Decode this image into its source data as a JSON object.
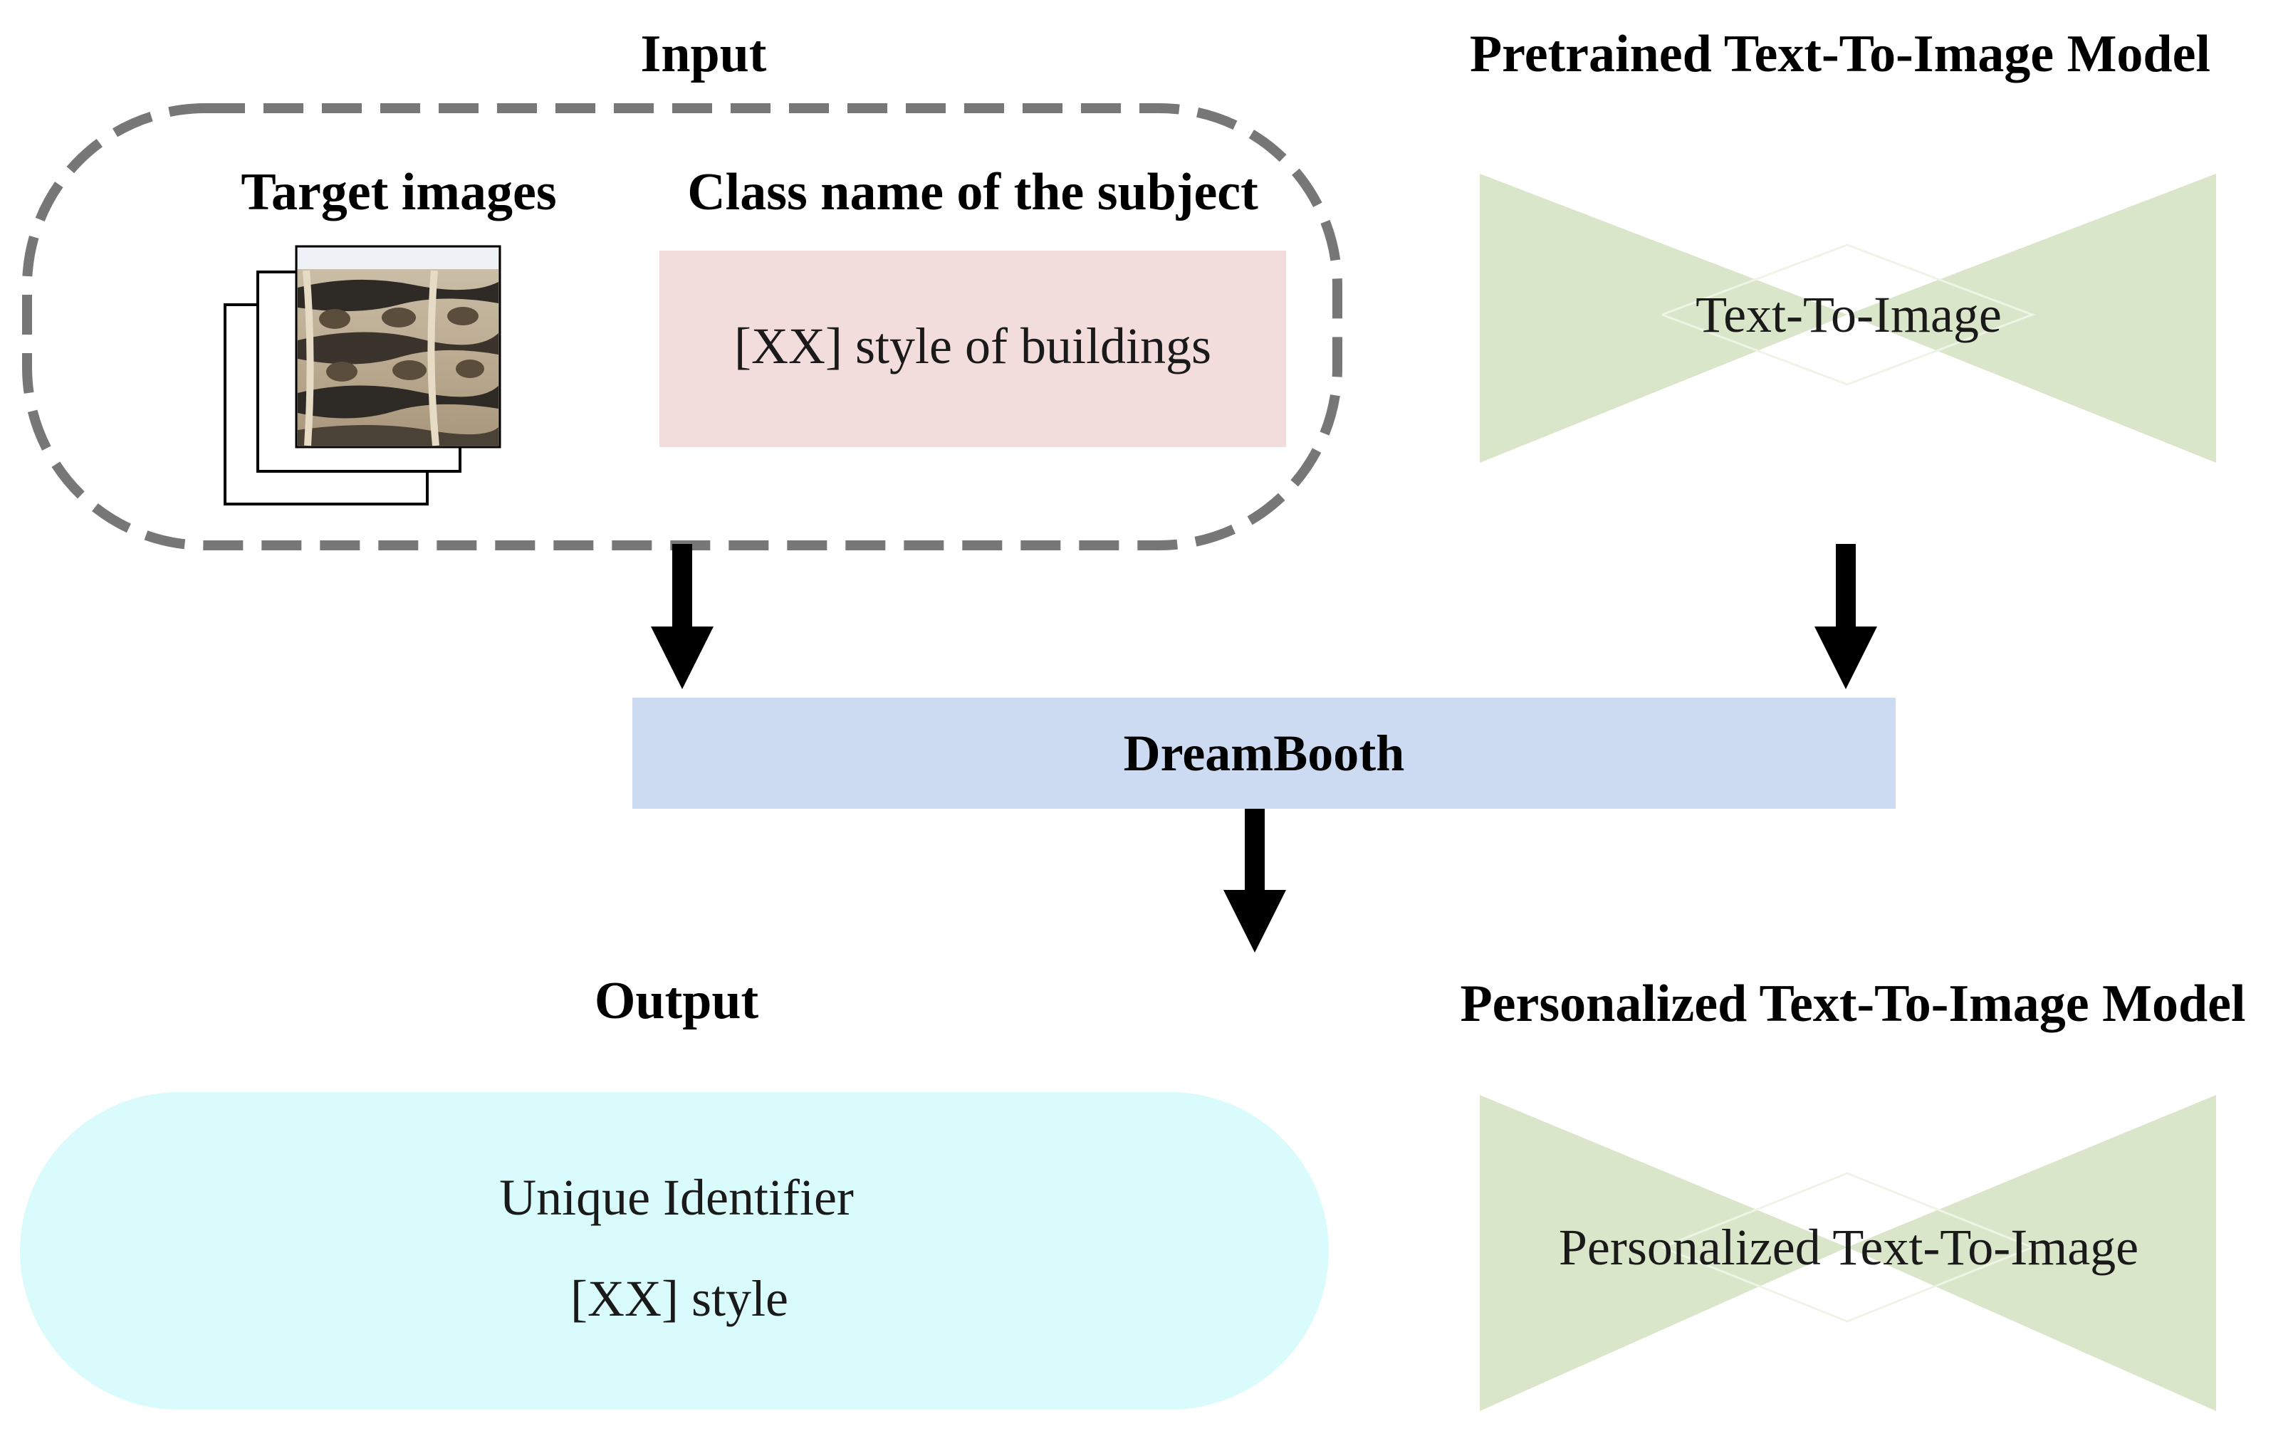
{
  "input": {
    "title": "Input",
    "target_images_label": "Target images",
    "class_name_label": "Class name of the subject",
    "class_prompt": "[XX] style of buildings"
  },
  "pretrained_model": {
    "title": "Pretrained Text-To-Image Model",
    "label": "Text-To-Image"
  },
  "dreambooth": {
    "label": "DreamBooth"
  },
  "output": {
    "title": "Output",
    "identifier_line1": "Unique Identifier",
    "identifier_line2": "[XX] style"
  },
  "personalized_model": {
    "title": "Personalized Text-To-Image Model",
    "label": "Personalized Text-To-Image"
  },
  "colors": {
    "prompt_box": "#f2dcdc",
    "model_shape": "#d9e6c9",
    "dreambooth_box": "#ccdaf2",
    "output_pill": "#d9fbfb",
    "dashed_border": "#777777",
    "arrow": "#000000"
  },
  "icons": {
    "building_photo": "building-photo-icon"
  }
}
